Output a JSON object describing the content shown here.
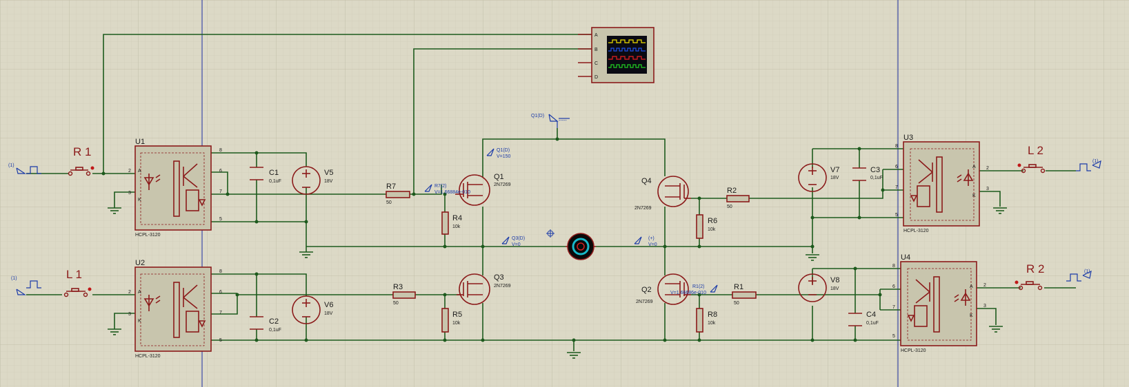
{
  "components": {
    "U1": {
      "ref": "U1",
      "part": "HCPL-3120",
      "pins": [
        "2",
        "A",
        "3",
        "K",
        "8",
        "6",
        "7",
        "5"
      ]
    },
    "U2": {
      "ref": "U2",
      "part": "HCPL-3120",
      "pins": [
        "2",
        "A",
        "3",
        "K",
        "8",
        "6",
        "7",
        "5"
      ]
    },
    "U3": {
      "ref": "U3",
      "part": "HCPL-3120",
      "pins": [
        "2",
        "A",
        "3",
        "K",
        "8",
        "6",
        "7",
        "5"
      ]
    },
    "U4": {
      "ref": "U4",
      "part": "HCPL-3120",
      "pins": [
        "2",
        "A",
        "3",
        "K",
        "8",
        "6",
        "7",
        "5"
      ]
    },
    "C1": {
      "ref": "C1",
      "value": "0,1uF"
    },
    "C2": {
      "ref": "C2",
      "value": "0,1uF"
    },
    "C3": {
      "ref": "C3",
      "value": "0,1uF"
    },
    "C4": {
      "ref": "C4",
      "value": "0,1uF"
    },
    "V5": {
      "ref": "V5",
      "value": "18V"
    },
    "V6": {
      "ref": "V6",
      "value": "18V"
    },
    "V7": {
      "ref": "V7",
      "value": "18V"
    },
    "V8": {
      "ref": "V8",
      "value": "18V"
    },
    "R1": {
      "ref": "R1",
      "value": "50"
    },
    "R2": {
      "ref": "R2",
      "value": "50"
    },
    "R3": {
      "ref": "R3",
      "value": "50"
    },
    "R7": {
      "ref": "R7",
      "value": "50"
    },
    "R4": {
      "ref": "R4",
      "value": "10k"
    },
    "R5": {
      "ref": "R5",
      "value": "10k"
    },
    "R6": {
      "ref": "R6",
      "value": "10k"
    },
    "R8": {
      "ref": "R8",
      "value": "10k"
    },
    "Q1": {
      "ref": "Q1",
      "part": "2N7269"
    },
    "Q2": {
      "ref": "Q2",
      "part": "2N7269"
    },
    "Q3": {
      "ref": "Q3",
      "part": "2N7269"
    },
    "Q4": {
      "ref": "Q4",
      "part": "2N7269"
    },
    "switches": {
      "R1": "R 1",
      "L1": "L 1",
      "L2": "L 2",
      "R2": "R 2"
    },
    "generator_label": "(1)",
    "scope_channels": [
      "A",
      "B",
      "C",
      "D"
    ]
  },
  "probes": {
    "q1d_top": {
      "name": "Q1(D)",
      "value": "-----"
    },
    "q1d": {
      "name": "Q1(D)",
      "value": "V=150"
    },
    "r7": {
      "name": "R7(2)",
      "value": "V=1.66884e-010"
    },
    "r1": {
      "name": "R1(2)",
      "value": "V=1.66686e-010"
    },
    "q3d": {
      "name": "Q3(D)",
      "value": "V=0"
    },
    "plus": {
      "name": "(+)",
      "value": "V=0"
    }
  },
  "colors": {
    "wire": "#1d5a1d",
    "component": "#8b1a1a",
    "probe": "#1a3aa8",
    "background": "#dcd9c6",
    "grid": "#c9c6b2",
    "sheet_border": "#1a2aa0"
  }
}
